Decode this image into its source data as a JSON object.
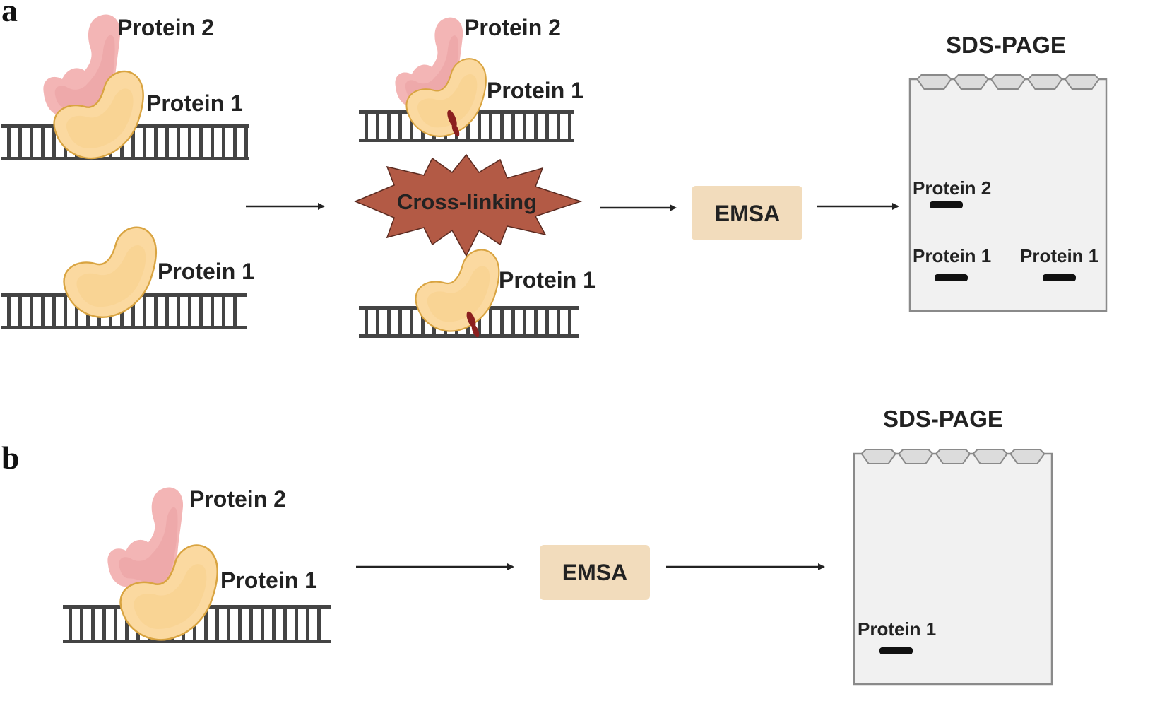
{
  "panels": {
    "a": {
      "label": "a",
      "top_complex": {
        "protein2": "Protein 2",
        "protein1": "Protein 1"
      },
      "bottom_complex": {
        "protein1": "Protein 1"
      },
      "crosslinked_top": {
        "protein2": "Protein 2",
        "protein1": "Protein 1"
      },
      "crosslinked_bottom": {
        "protein1": "Protein 1"
      },
      "crosslinking_label": "Cross-linking",
      "emsa_label": "EMSA",
      "gel": {
        "title": "SDS-PAGE",
        "band_labels": [
          "Protein 2",
          "Protein 1",
          "Protein 1"
        ]
      }
    },
    "b": {
      "label": "b",
      "complex": {
        "protein2": "Protein 2",
        "protein1": "Protein 1"
      },
      "emsa_label": "EMSA",
      "gel": {
        "title": "SDS-PAGE",
        "band_labels": [
          "Protein 1"
        ]
      }
    }
  },
  "colors": {
    "protein1_fill": "#fbd9a0",
    "protein1_outline": "#d9a441",
    "protein2_fill": "#f3b5b5",
    "crosslink_burst": "#b35a45",
    "crosslink_mark": "#8b1f1f",
    "emsa_box": "#f2dcbc",
    "dna": "#444444",
    "gel": "#f1f1f1"
  }
}
